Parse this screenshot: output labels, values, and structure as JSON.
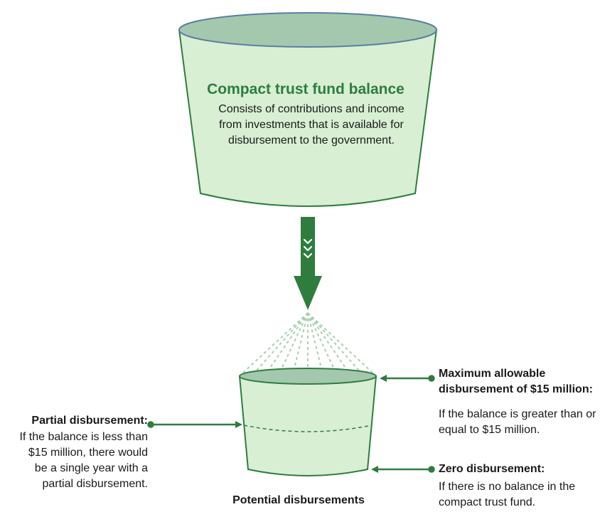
{
  "colors": {
    "dark_green": "#2e7d3f",
    "bucket_fill": "#d8efd3",
    "bucket_stroke": "#2e7d3f",
    "top_ellipse": "#a3c8ad",
    "spray": "#a7d2ad"
  },
  "top_container": {
    "title": "Compact trust fund balance",
    "description_lines": [
      "Consists of contributions and income",
      "from investments that is available for",
      "disbursement to the government."
    ]
  },
  "bottom_container": {
    "label": "Potential disbursements"
  },
  "annotations": {
    "partial": {
      "title": "Partial disbursement:",
      "description_lines": [
        "If the balance is less than",
        "$15 million, there would",
        "be a single year with a",
        "partial disbursement."
      ]
    },
    "maximum": {
      "title_lines": [
        "Maximum allowable",
        "disbursement of $15 million:"
      ],
      "description_lines": [
        "If the balance is greater than or",
        "equal to $15 million."
      ]
    },
    "zero": {
      "title": "Zero disbursement:",
      "description_lines": [
        "If there is no balance in the",
        "compact trust fund."
      ]
    }
  },
  "icons": {
    "flow_arrow": "down-arrow-icon",
    "chevrons": "chevron-down-icon"
  }
}
